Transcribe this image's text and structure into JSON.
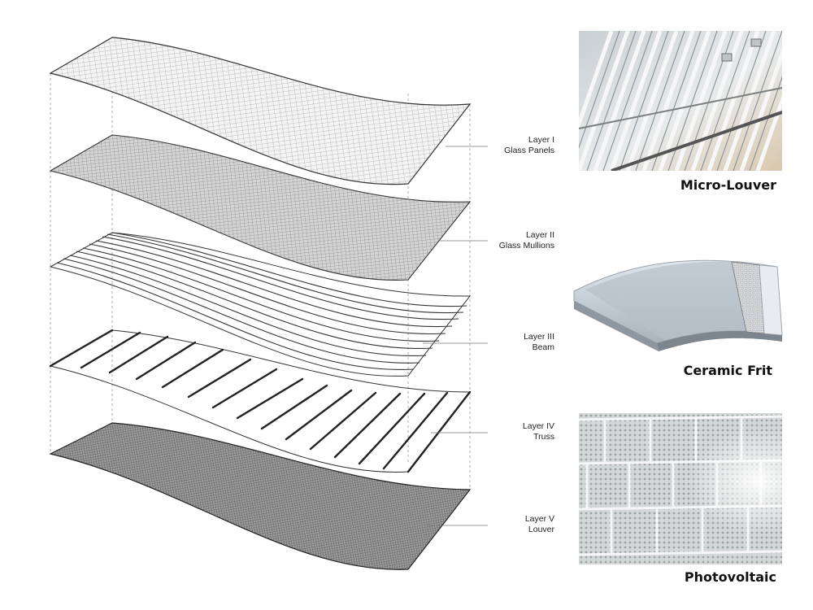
{
  "layers": [
    {
      "title": "Layer I",
      "subtitle": "Glass Panels"
    },
    {
      "title": "Layer II",
      "subtitle": "Glass Mullions"
    },
    {
      "title": "Layer III",
      "subtitle": "Beam"
    },
    {
      "title": "Layer IV",
      "subtitle": "Truss"
    },
    {
      "title": "Layer V",
      "subtitle": "Louver"
    }
  ],
  "examples": [
    {
      "caption": "Micro-Louver"
    },
    {
      "caption": "Ceramic Frit"
    },
    {
      "caption": "Photovoltaic"
    }
  ]
}
